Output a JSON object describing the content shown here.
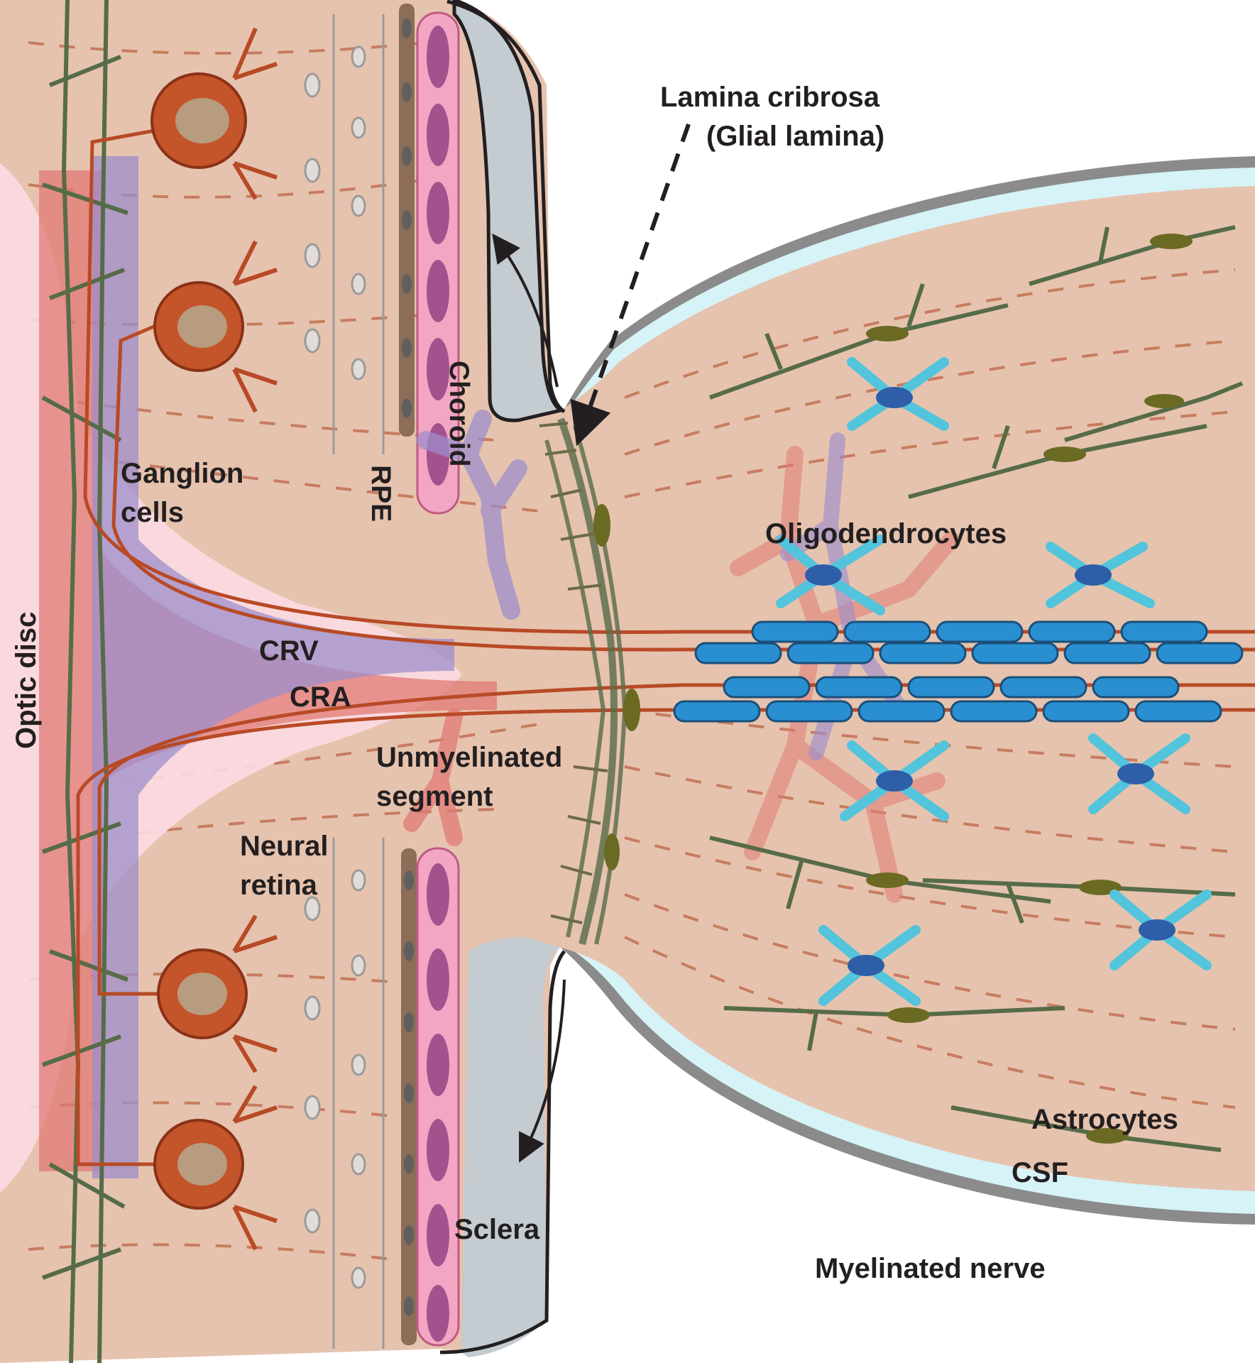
{
  "labels": {
    "lamina_line1": "Lamina cribrosa",
    "lamina_line2": "(Glial lamina)",
    "choroid": "Choroid",
    "rpe": "RPE",
    "ganglion_line1": "Ganglion",
    "ganglion_line2": "cells",
    "optic_disc": "Optic disc",
    "crv": "CRV",
    "cra": "CRA",
    "oligodendrocytes": "Oligodendrocytes",
    "unmyelinated_line1": "Unmyelinated",
    "unmyelinated_line2": "segment",
    "neural_line1": "Neural",
    "neural_line2": "retina",
    "astrocytes": "Astrocytes",
    "csf": "CSF",
    "sclera": "Sclera",
    "myelinated_nerve": "Myelinated nerve"
  },
  "colors": {
    "tissue": "#e6c3ae",
    "sclera": "#c4cbd1",
    "choroid": "#f2a6c4",
    "choroid_cell": "#a4528e",
    "rpe": "#8c6d57",
    "axon": "#b84a26",
    "ganglion_body": "#c4542a",
    "ganglion_nucleus": "#b79c7f",
    "crv": "#9e8ecb",
    "cra": "#e07a74",
    "optic_disc": "#fbdce2",
    "myelin": "#2a8fd0",
    "astrocyte": "#566c48",
    "astrocyte_nucleus": "#6b6a22",
    "oligodendrocyte": "#52c4dc",
    "oligodendrocyte_nucleus": "#2e5ea8",
    "csf": "#d6f3f7",
    "dura": "#8b8b8b",
    "dash": "#c77c60",
    "label": "#231f20"
  }
}
